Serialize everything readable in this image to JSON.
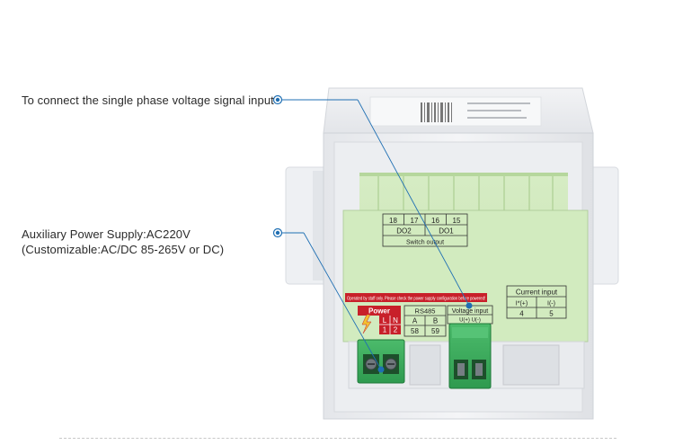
{
  "annotations": {
    "voltage_input": "To connect the single phase voltage signal input",
    "power_line1": "Auxiliary Power Supply:AC220V",
    "power_line2": "(Customizable:AC/DC 85-265V or DC)"
  },
  "label_panel": {
    "do_numbers": [
      "18",
      "17",
      "16",
      "15"
    ],
    "do2": "DO2",
    "do1": "DO1",
    "switch_output": "Switch output",
    "warning": "Operated by staff only. Please check the power supply configuration before powered!",
    "power": {
      "title": "Power",
      "l": "L",
      "n": "N",
      "p1": "1",
      "p2": "2"
    },
    "rs485": {
      "title": "RS485",
      "a": "A",
      "b": "B",
      "n58": "58",
      "n59": "59"
    },
    "voltage_input": {
      "title": "Voltage input",
      "sub": "U(+) U(-)"
    },
    "current_input": {
      "title": "Current input",
      "i_plus": "I*(+)",
      "i_minus": "I(-)",
      "n4": "4",
      "n5": "5"
    }
  },
  "colors": {
    "label_green": "#c9e6b6",
    "terminal_green": "#3fae5f",
    "warning_red": "#c8202a",
    "callout_blue": "#1f6fb3"
  }
}
